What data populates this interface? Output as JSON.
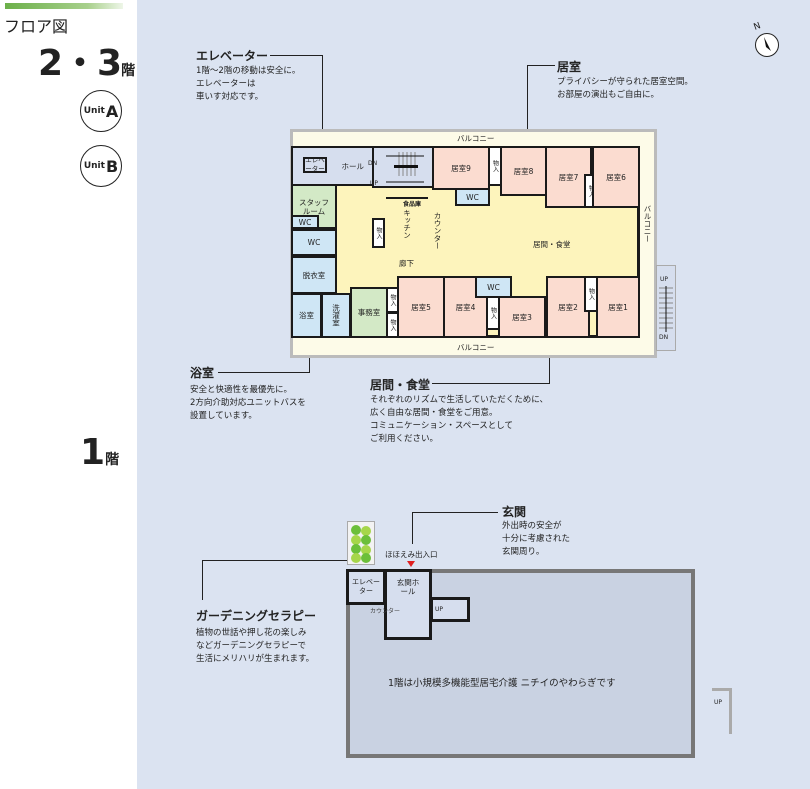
{
  "header": {
    "title": "フロア図",
    "floor_23": "2・3",
    "floor_suffix": "階",
    "floor_1": "1",
    "unit_prefix": "Unit",
    "unit_a": "A",
    "unit_b": "B"
  },
  "compass": {
    "label": "N"
  },
  "callouts": {
    "elevator": {
      "title": "エレベーター",
      "desc": "1階～2階の移動は安全に。\nエレベーターは\n車いす対応です。"
    },
    "room": {
      "title": "居室",
      "desc": "プライバシーが守られた居室空間。\nお部屋の演出もご自由に。"
    },
    "bath": {
      "title": "浴室",
      "desc": "安全と快適性を最優先に。\n2方向介助対応ユニットバスを\n設置しています。"
    },
    "living": {
      "title": "居間・食堂",
      "desc": "それぞれのリズムで生活していただくために、\n広く自由な居間・食堂をご用意。\nコミュニケーション・スペースとして\nご利用ください。"
    },
    "entrance": {
      "title": "玄関",
      "desc": "外出時の安全が\n十分に考慮された\n玄関周り。"
    },
    "garden": {
      "title": "ガーデニングセラピー",
      "desc": "植物の世話や押し花の楽しみ\nなどガーデニングセラピーで\n生活にメリハリが生まれます。"
    }
  },
  "plan23": {
    "balcony": "バルコニー",
    "elevator": "エレベーター",
    "hall": "ホール",
    "dn": "DN",
    "up": "UP",
    "staff": "スタッフルーム",
    "wc": "WC",
    "dressing": "脱衣室",
    "bath": "浴室",
    "laundry": "洗濯室",
    "office": "事務室",
    "pantry": "食品庫",
    "kitchen": "キッチン",
    "counter": "カウンター",
    "corridor": "廊下",
    "living": "居間・食堂",
    "closet": "物入",
    "rooms": [
      "居室1",
      "居室2",
      "居室3",
      "居室4",
      "居室5",
      "居室6",
      "居室7",
      "居室8",
      "居室9"
    ]
  },
  "plan1": {
    "entrance_door": "ほほえみ出入口",
    "elevator": "エレベーター",
    "hall": "玄関ホール",
    "counter": "カウンター",
    "up": "UP",
    "note": "1階は小規模多機能型居宅介護 ニチイのやわらぎです"
  }
}
